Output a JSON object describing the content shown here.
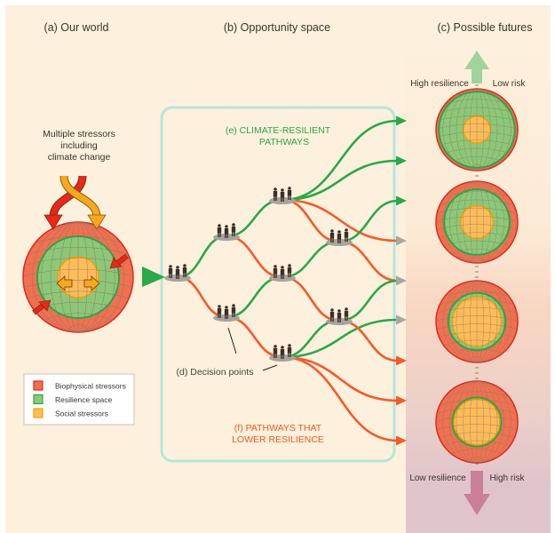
{
  "panels": {
    "a_title": "(a) Our world",
    "b_title": "(b) Opportunity space",
    "c_title": "(c) Possible futures"
  },
  "stressors_note": [
    "Multiple stressors",
    "including",
    "climate change"
  ],
  "legend": [
    {
      "label": "Biophysical stressors",
      "color": "#f07050",
      "border": "#e0281e"
    },
    {
      "label": "Resilience space",
      "color": "#8cc878",
      "border": "#28a848"
    },
    {
      "label": "Social stressors",
      "color": "#ffbc5a",
      "border": "#f5a000"
    }
  ],
  "pathways": {
    "resilient_label": [
      "(e) CLIMATE-RESILIENT",
      "PATHWAYS"
    ],
    "lower_label": [
      "(f) PATHWAYS THAT",
      "LOWER RESILIENCE"
    ],
    "decision_points_label": "(d) Decision points"
  },
  "futures": {
    "top_left": "High resilience",
    "top_right": "Low risk",
    "bottom_left": "Low resilience",
    "bottom_right": "High risk"
  },
  "colors": {
    "background": "#fdf0dc",
    "green": "#2aa84a",
    "orange": "#f55a28",
    "box_border": "#b4e6dc",
    "grey_arrow": "#a8a8a0",
    "up_arrow": "#9fd49a",
    "down_arrow": "#c98098"
  },
  "globes_right": [
    {
      "resilience_outer": 0.93,
      "social": 0.33
    },
    {
      "resilience_outer": 0.8,
      "social": 0.4
    },
    {
      "resilience_outer": 0.7,
      "social": 0.6
    },
    {
      "resilience_outer": 0.6,
      "social": 0.56
    }
  ]
}
